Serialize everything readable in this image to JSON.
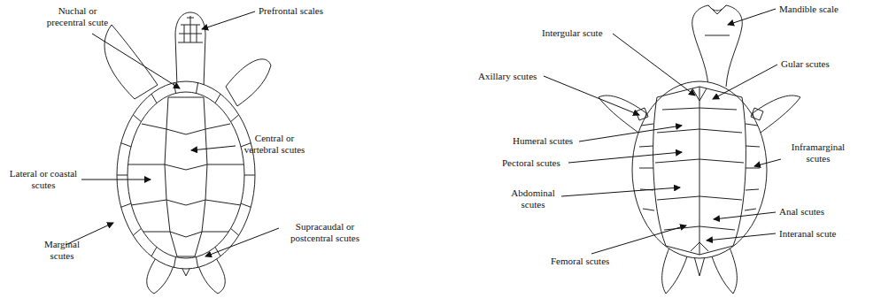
{
  "diagram": {
    "labels": [
      "Prefrontal scales",
      "Nuchal or precentral scute",
      "Central or vertebral scutes",
      "Lateral or coastal scutes",
      "Marginal scutes",
      "Supracaudal or postcentral scutes",
      "Mandible scale",
      "Intergular scute",
      "Gular scutes",
      "Axillary scutes",
      "Humeral scutes",
      "Inframarginal scutes",
      "Pectoral scutes",
      "Abdominal scutes",
      "Anal scutes",
      "Interanal scute",
      "Femoral scutes"
    ]
  }
}
